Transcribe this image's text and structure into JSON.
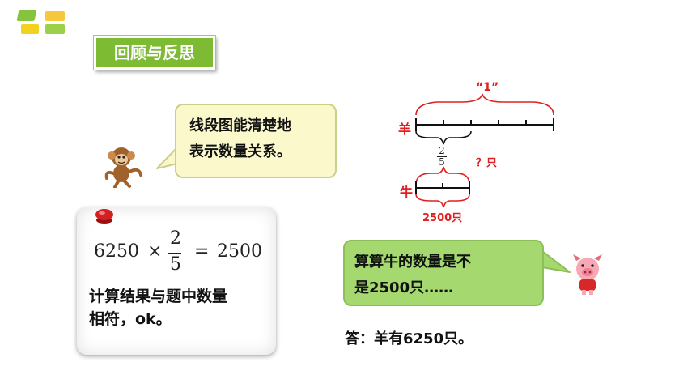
{
  "section_title": "回顾与反思",
  "monkey_speech": {
    "line1": "线段图能清楚地",
    "line2": "表示数量关系。"
  },
  "formula": {
    "left": "6250",
    "times": "×",
    "numerator": "2",
    "denominator": "5",
    "equals": "=",
    "result": "2500"
  },
  "card_text": {
    "line1": "计算结果与题中数量",
    "line2": "相符，ok。"
  },
  "diagram": {
    "whole_label": "“1”",
    "sheep_label": "羊",
    "cow_label": "牛",
    "fraction_numerator": "2",
    "fraction_denominator": "5",
    "unknown_label": "？只",
    "cow_count_label": "2500只"
  },
  "pig_speech": {
    "line1": "算算牛的数量是不",
    "line2": "是2500只……"
  },
  "answer": "答：羊有6250只。",
  "colors": {
    "title_badge": "#7dbb32",
    "label_red": "#e02020",
    "top_bubble": "#fbf9cc",
    "bottom_bubble": "#a5d86f"
  }
}
